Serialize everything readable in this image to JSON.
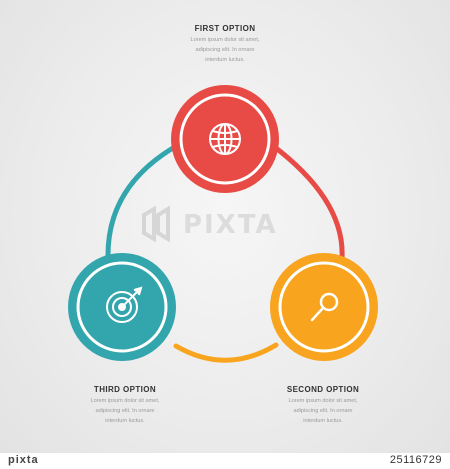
{
  "colors": {
    "red": "#e84a45",
    "teal": "#33a5ad",
    "orange": "#f8a41f",
    "ring": "#ffffff"
  },
  "options": [
    {
      "key": "first",
      "title": "FIRST OPTION",
      "lines": [
        "Lorem ipsum dolor sit amet,",
        "adipiscing elit. In ornare",
        "interdum luctus."
      ],
      "icon": "globe-icon",
      "color": "red"
    },
    {
      "key": "second",
      "title": "SECOND OPTION",
      "lines": [
        "Lorem ipsum dolor sit amet,",
        "adipiscing elit. In ornare",
        "interdum luctus."
      ],
      "icon": "magnifier-icon",
      "color": "orange"
    },
    {
      "key": "third",
      "title": "THIRD OPTION",
      "lines": [
        "Lorem ipsum dolor sit amet,",
        "adipiscing elit. In ornare",
        "interdum luctus."
      ],
      "icon": "target-icon",
      "color": "teal"
    }
  ],
  "watermark": {
    "text": "PIXTA"
  },
  "footer": {
    "brand": "pixta",
    "image_id": "25116729"
  }
}
